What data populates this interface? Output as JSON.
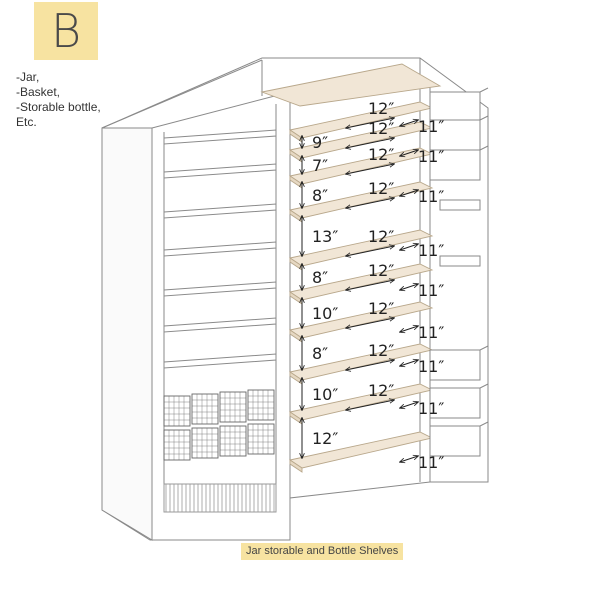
{
  "label_letter": "B",
  "items": [
    "-Jar,",
    "-Basket,",
    "-Storable bottle,",
    "Etc."
  ],
  "caption": "Jar storable and Bottle Shelves",
  "shelf_heights": [
    "9″",
    "7″",
    "8″",
    "13″",
    "8″",
    "10″",
    "8″",
    "10″",
    "12″"
  ],
  "shelf_depth": "12″",
  "side_depth": "11″",
  "colors": {
    "badge": "#f7e3a1",
    "wood": "#f1e6d6",
    "line": "#8a8a8a"
  }
}
